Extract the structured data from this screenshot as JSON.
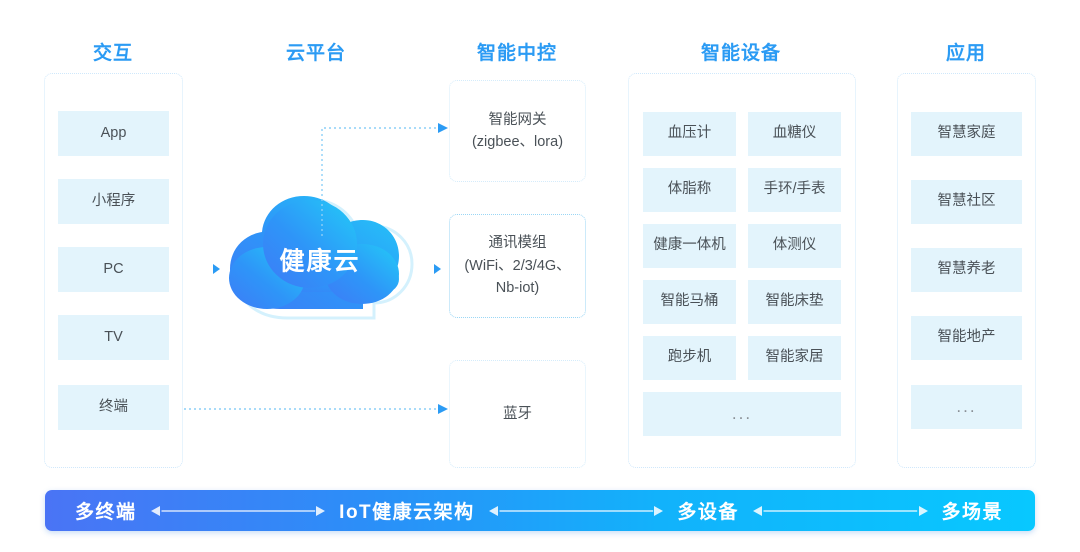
{
  "columns": [
    {
      "id": "interaction",
      "header": "交互",
      "items": [
        "App",
        "小程序",
        "PC",
        "TV",
        "终端"
      ]
    },
    {
      "id": "cloud-platform",
      "header": "云平台",
      "cloud_label": "健康云"
    },
    {
      "id": "smart-control",
      "header": "智能中控",
      "boxes": [
        {
          "lines": [
            "智能网关",
            "(zigbee、lora)"
          ]
        },
        {
          "lines": [
            "通讯模组",
            "(WiFi、2/3/4G、",
            "Nb-iot)"
          ]
        },
        {
          "lines": [
            "蓝牙"
          ]
        }
      ]
    },
    {
      "id": "smart-devices",
      "header": "智能设备",
      "items": [
        "血压计",
        "血糖仪",
        "体脂称",
        "手环/手表",
        "健康一体机",
        "体测仪",
        "智能马桶",
        "智能床垫",
        "跑步机",
        "智能家居"
      ],
      "more": "..."
    },
    {
      "id": "applications",
      "header": "应用",
      "items": [
        "智慧家庭",
        "智慧社区",
        "智慧养老",
        "智能地产"
      ],
      "more": "..."
    }
  ],
  "bottom_bar": {
    "labels": [
      "多终端",
      "IoT健康云架构",
      "多设备",
      "多场景"
    ]
  },
  "colors": {
    "accent": "#2B9BF4",
    "chip_bg": "#e3f4fc",
    "panel_border": "#cfe8fb",
    "cloud_from": "#3B82F6",
    "cloud_to": "#22C8F5",
    "bar_from": "#4a74f5",
    "bar_to": "#08c8ff",
    "text": "#4a5157"
  }
}
